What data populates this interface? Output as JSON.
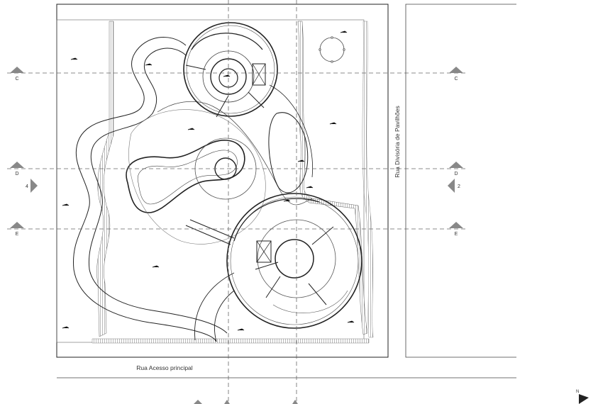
{
  "plan": {
    "street_bottom": "Rua Acesso principal",
    "street_right": "Rua Divisória de Pavilhões",
    "north_label": "N"
  },
  "section_markers": [
    {
      "id": "C",
      "label": "C"
    },
    {
      "id": "D",
      "label": "D"
    },
    {
      "id": "E",
      "label": "E"
    }
  ],
  "elevation_markers": [
    {
      "id": "4",
      "label": "4",
      "side": "left"
    },
    {
      "id": "2",
      "label": "2",
      "side": "right"
    }
  ],
  "colors": {
    "line": "#222222",
    "hatch": "#8a8a8a",
    "dash": "#666666",
    "marker": "#888888"
  }
}
